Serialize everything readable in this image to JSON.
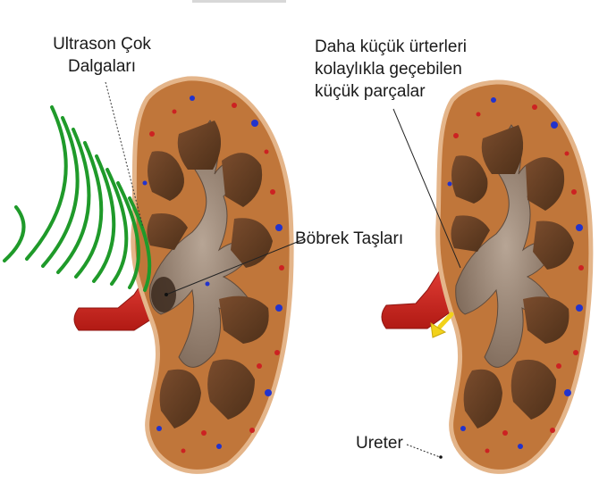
{
  "labels": {
    "ultrasound_waves": [
      "Ultrason Çok",
      "Dalgaları"
    ],
    "small_fragments": [
      "Daha küçük ürterleri",
      "kolaylıkla geçebilen",
      "küçük parçalar"
    ],
    "kidney_stones": "Böbrek Taşları",
    "ureter": "Ureter"
  },
  "icons": [
    "ultrasound-wave-icon",
    "kidney-icon",
    "artery-icon",
    "fragment-arrow-icon"
  ],
  "colors": {
    "cortex": "#c0763a",
    "cortex_edge": "#e4b58a",
    "medulla": "#6b4328",
    "pelvis": "#8a7563",
    "artery": "#d0251f",
    "waves": "#1f9a2a",
    "arrow": "#f2d21a",
    "dot_red": "#cc2222",
    "dot_blue": "#2233cc"
  }
}
